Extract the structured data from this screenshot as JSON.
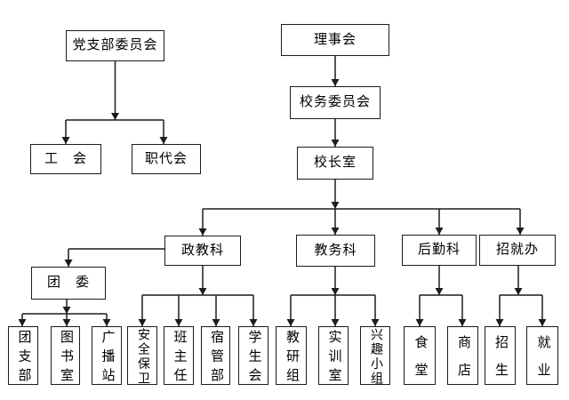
{
  "colors": {
    "line": "#1c1c1c",
    "background": "#ffffff",
    "box_border": "#1c1c1c",
    "text": "#000000"
  },
  "nodes": {
    "party_branch_committee": {
      "label": "党支部委员会"
    },
    "labor_union": {
      "label": "工　会"
    },
    "workers_congress": {
      "label": "职代会"
    },
    "board_of_directors": {
      "label": "理事会"
    },
    "school_affairs_committee": {
      "label": "校务委员会"
    },
    "principal_office": {
      "label": "校长室"
    },
    "political_education_section": {
      "label": "政教科"
    },
    "academic_affairs_section": {
      "label": "教务科"
    },
    "logistics_section": {
      "label": "后勤科"
    },
    "admissions_employment_office": {
      "label": "招就办"
    },
    "youth_league_committee": {
      "label": "团　委"
    },
    "league_branch": {
      "label": "团支部"
    },
    "library": {
      "label": "图书室"
    },
    "broadcast_station": {
      "label": "广播站"
    },
    "security_office": {
      "label": "安全保卫"
    },
    "class_teachers": {
      "label": "班主任"
    },
    "dorm_management": {
      "label": "宿管部"
    },
    "student_union": {
      "label": "学生会"
    },
    "teaching_research_group": {
      "label": "教研组"
    },
    "training_room": {
      "label": "实训室"
    },
    "interest_groups": {
      "label": "兴趣小组"
    },
    "canteen": {
      "label": "食堂"
    },
    "shop": {
      "label": "商店"
    },
    "enrollment": {
      "label": "招生"
    },
    "employment": {
      "label": "就业"
    }
  }
}
